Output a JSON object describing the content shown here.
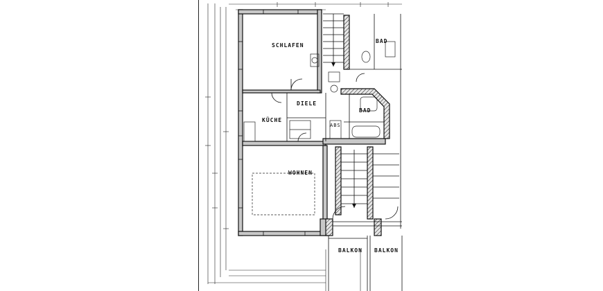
{
  "rooms": {
    "schlafen": "SCHLAFEN",
    "bad_top": "BAD",
    "diele": "DIELE",
    "kueche": "KÜCHE",
    "abs": "ABS",
    "bad_mid": "BAD",
    "wohnen": "WOHNEN",
    "balkon_left": "BALKON",
    "balkon_right": "BALKON"
  },
  "colors": {
    "line": "#111111",
    "wall_fill": "#c8c8c8",
    "paper": "#ffffff"
  }
}
